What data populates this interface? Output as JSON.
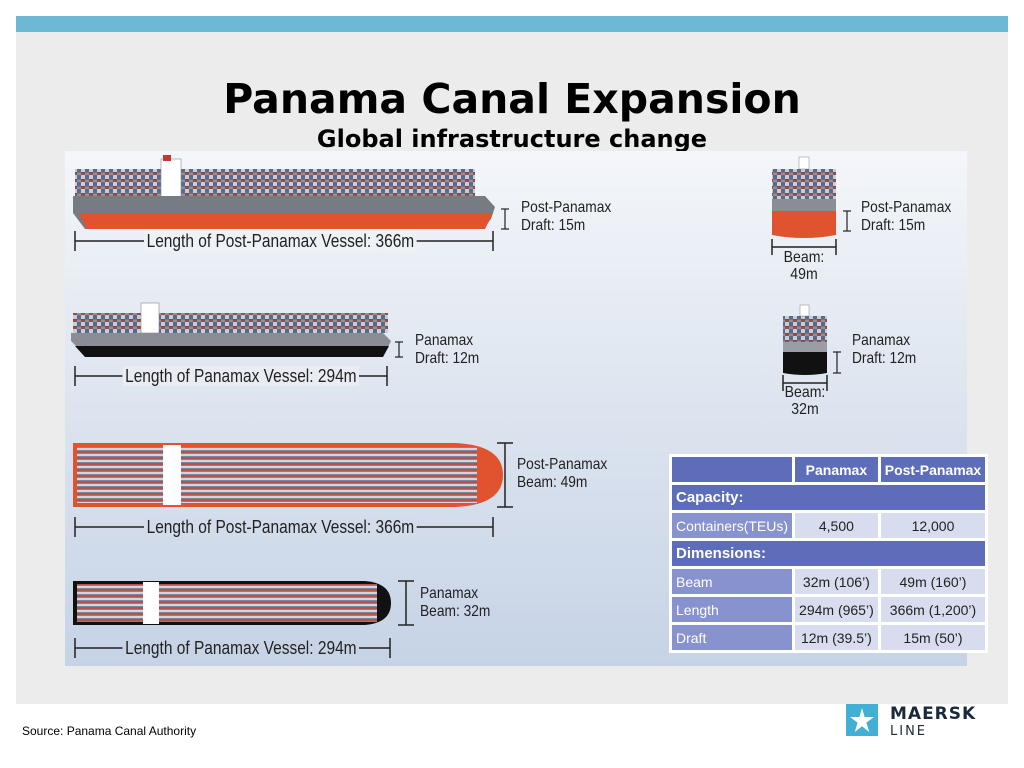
{
  "slide": {
    "title": "Panama Canal Expansion",
    "subtitle": "Global infrastructure change",
    "source": "Source: Panama Canal Authority"
  },
  "logo": {
    "name": "MAERSK",
    "sub": "LINE",
    "color": "#42b0d5"
  },
  "colors": {
    "accent_bar": "#6cb9d6",
    "post_panamax_hull": "#e0532e",
    "panamax_hull": "#111111",
    "table_header": "#5d6db9",
    "table_label": "#8792cf",
    "table_value": "#d7dcef"
  },
  "diagram": {
    "side_post": {
      "length_label": "Length of Post-Panamax Vessel: 366m",
      "class": "Post-Panamax",
      "draft": "Draft: 15m"
    },
    "side_pan": {
      "length_label": "Length of Panamax Vessel: 294m",
      "class": "Panamax",
      "draft": "Draft: 12m"
    },
    "top_post": {
      "length_label": "Length of Post-Panamax Vessel: 366m",
      "class": "Post-Panamax",
      "beam": "Beam: 49m"
    },
    "top_pan": {
      "length_label": "Length of Panamax Vessel: 294m",
      "class": "Panamax",
      "beam": "Beam: 32m"
    },
    "front_post": {
      "class": "Post-Panamax",
      "draft": "Draft: 15m",
      "beam_label": "Beam:",
      "beam_value": "49m"
    },
    "front_pan": {
      "class": "Panamax",
      "draft": "Draft: 12m",
      "beam_label": "Beam:",
      "beam_value": "32m"
    }
  },
  "table": {
    "col_headers": [
      "Panamax",
      "Post-Panamax"
    ],
    "sections": [
      {
        "title": "Capacity:",
        "rows": [
          {
            "label": "Containers(TEUs)",
            "panamax": "4,500",
            "post": "12,000"
          }
        ]
      },
      {
        "title": "Dimensions:",
        "rows": [
          {
            "label": "Beam",
            "panamax": "32m (106’)",
            "post": "49m (160’)"
          },
          {
            "label": "Length",
            "panamax": "294m (965’)",
            "post": "366m (1,200’)"
          },
          {
            "label": "Draft",
            "panamax": "12m (39.5’)",
            "post": "15m (50’)"
          }
        ]
      }
    ]
  }
}
